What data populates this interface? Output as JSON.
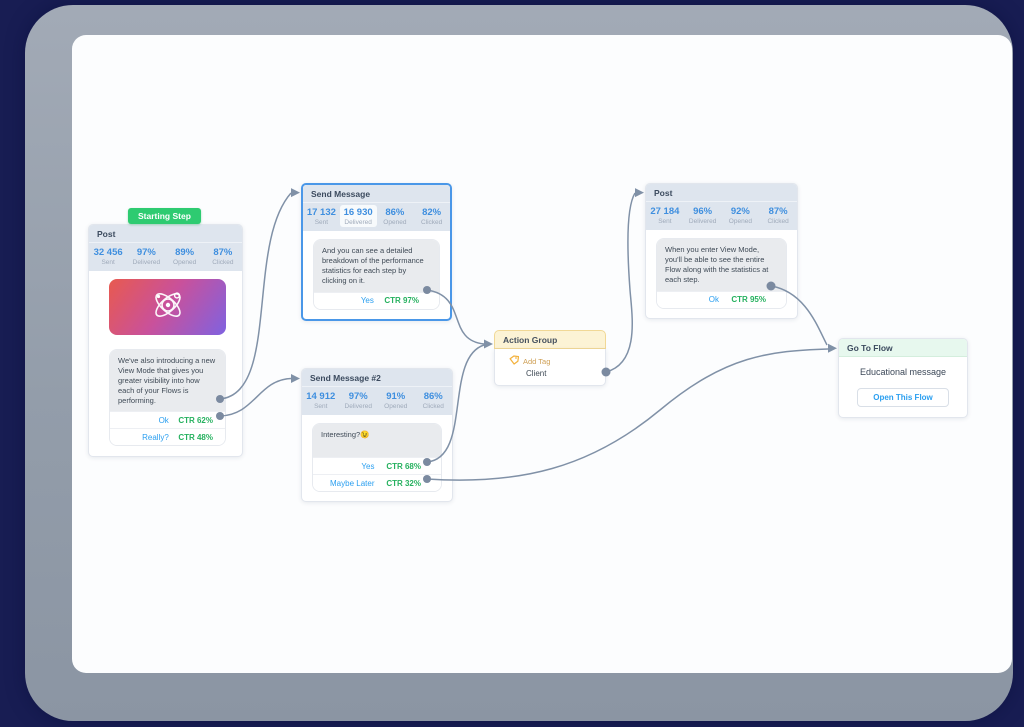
{
  "app": {
    "description": "Chatbot flow builder canvas in view mode"
  },
  "colors": {
    "accent_blue": "#2b9ff0",
    "stat_blue": "#3f8fdf",
    "ctr_green": "#26b15f",
    "badge_green": "#2ecb71",
    "selected_node_border": "#4a97e8",
    "action_group_yellow": "#f1d896",
    "go_to_flow_green": "#e7f8ee",
    "connector_gray": "#8091a7",
    "image_gradient_from": "#e85a4f",
    "image_gradient_to": "#7f62e0"
  },
  "badge": {
    "label": "Starting Step"
  },
  "nodes": {
    "start": {
      "title": "Post",
      "stats": [
        {
          "value": "32 456",
          "label": "Sent"
        },
        {
          "value": "97%",
          "label": "Delivered"
        },
        {
          "value": "89%",
          "label": "Opened"
        },
        {
          "value": "87%",
          "label": "Clicked"
        }
      ],
      "image_icon": "atom-icon",
      "message": "We've also introducing a new View Mode that gives you greater visibility into how each of your Flows is performing.",
      "buttons": [
        {
          "label": "Ok",
          "ctr": "CTR 62%"
        },
        {
          "label": "Really?",
          "ctr": "CTR 48%"
        }
      ]
    },
    "send_message": {
      "title": "Send Message",
      "selected": true,
      "stats": [
        {
          "value": "17 132",
          "label": "Sent"
        },
        {
          "value": "16 930",
          "label": "Delivered",
          "selected": true
        },
        {
          "value": "86%",
          "label": "Opened"
        },
        {
          "value": "82%",
          "label": "Clicked"
        }
      ],
      "message": "And you can see a detailed breakdown of the performance statistics for each step by clicking on it.",
      "buttons": [
        {
          "label": "Yes",
          "ctr": "CTR 97%"
        }
      ]
    },
    "send_message_2": {
      "title": "Send Message #2",
      "stats": [
        {
          "value": "14 912",
          "label": "Sent"
        },
        {
          "value": "97%",
          "label": "Delivered"
        },
        {
          "value": "91%",
          "label": "Opened"
        },
        {
          "value": "86%",
          "label": "Clicked"
        }
      ],
      "message": "Interesting?😉",
      "buttons": [
        {
          "label": "Yes",
          "ctr": "CTR 68%"
        },
        {
          "label": "Maybe Later",
          "ctr": "CTR 32%"
        }
      ]
    },
    "action_group": {
      "title": "Action Group",
      "action_icon": "tag-icon",
      "action_label": "Add Tag",
      "action_value": "Client"
    },
    "post_2": {
      "title": "Post",
      "stats": [
        {
          "value": "27 184",
          "label": "Sent"
        },
        {
          "value": "96%",
          "label": "Delivered"
        },
        {
          "value": "92%",
          "label": "Opened"
        },
        {
          "value": "87%",
          "label": "Clicked"
        }
      ],
      "message": "When you enter View Mode, you'll be able to see the entire Flow along with the statistics at each step.",
      "buttons": [
        {
          "label": "Ok",
          "ctr": "CTR 95%"
        }
      ]
    },
    "go_to_flow": {
      "title": "Go To Flow",
      "message": "Educational message",
      "button_label": "Open This Flow"
    }
  },
  "connections": [
    {
      "from": "start:Ok",
      "to": "send_message"
    },
    {
      "from": "start:Really?",
      "to": "send_message_2"
    },
    {
      "from": "send_message:Yes",
      "to": "action_group"
    },
    {
      "from": "send_message_2:Yes",
      "to": "action_group"
    },
    {
      "from": "send_message_2:Maybe Later",
      "to": "go_to_flow"
    },
    {
      "from": "action_group",
      "to": "post_2"
    },
    {
      "from": "post_2:Ok",
      "to": "go_to_flow"
    }
  ]
}
